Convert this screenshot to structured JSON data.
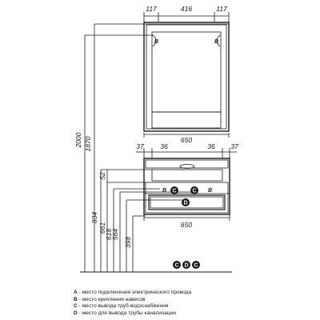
{
  "top_view": {
    "dims_top": [
      "117",
      "416",
      "117"
    ],
    "width": "650",
    "marks": [
      "B",
      "B"
    ]
  },
  "bottom_view": {
    "dims_top": [
      "37",
      "36",
      "36",
      "37"
    ],
    "width": "650",
    "marks_pipe": [
      "B",
      "C",
      "C",
      "B"
    ],
    "mark_drain": "D"
  },
  "vertical_dims": [
    "2000",
    "1870",
    "834",
    "661",
    "618",
    "564",
    "52",
    "398"
  ],
  "floor_marks": [
    "C",
    "D",
    "C"
  ],
  "legend": [
    {
      "key": "A",
      "text": " - место подключения электрического провода"
    },
    {
      "key": "B",
      "text": " - место крепления навесов"
    },
    {
      "key": "C",
      "text": " - место вывода труб водоснабжения"
    },
    {
      "key": "D",
      "text": " - место для вывода трубы канализации"
    }
  ]
}
